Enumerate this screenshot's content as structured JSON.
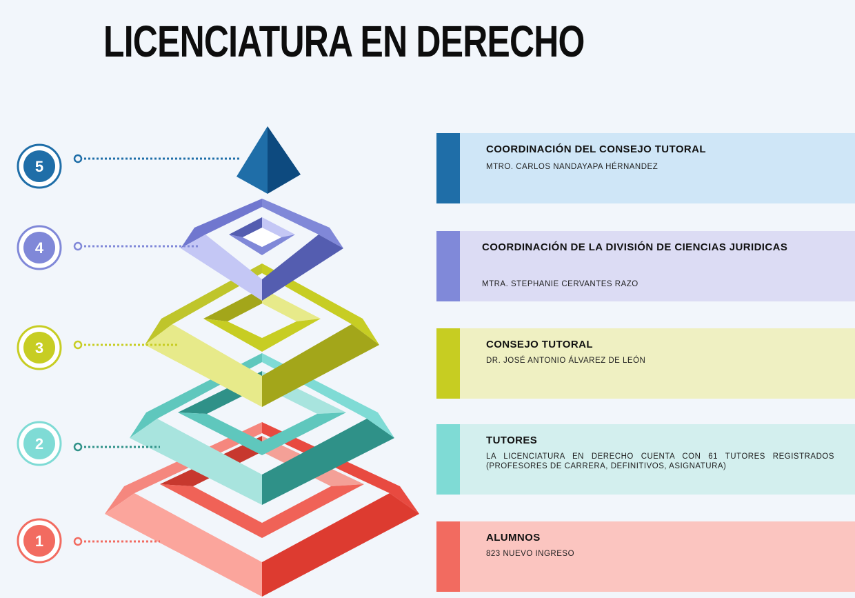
{
  "title": "LICENCIATURA EN DERECHO",
  "colors": {
    "background": "#f2f6fb",
    "level5": "#1d6aa6",
    "level4": "#8088d8",
    "level3": "#c7cd23",
    "level2": "#6fd3ca",
    "level1": "#f05a50"
  },
  "levels": [
    {
      "number": "5",
      "title": "COORDINACIÓN DEL CONSEJO TUTORAL",
      "text": "MTRO. CARLOS NANDAYAPA HÉRNANDEZ",
      "accent": "#1f6ea8",
      "card_bg": "#cfe6f7"
    },
    {
      "number": "4",
      "title": "COORDINACIÓN DE LA DIVISIÓN DE CIENCIAS JURIDICAS",
      "text": "MTRA. STEPHANIE CERVANTES RAZO",
      "accent": "#8089d9",
      "card_bg": "#dcdcf4"
    },
    {
      "number": "3",
      "title": "CONSEJO TUTORAL",
      "text": "DR. JOSÉ ANTONIO ÁLVAREZ DE LEÓN",
      "accent": "#c7cd22",
      "card_bg": "#eff0c2"
    },
    {
      "number": "2",
      "title": "TUTORES",
      "text": "LA LICENCIATURA EN DERECHO CUENTA CON 61 TUTORES REGISTRADOS (PROFESORES DE CARRERA, DEFINITIVOS, ASIGNATURA)",
      "accent": "#7fdbd5",
      "card_bg": "#d3efee"
    },
    {
      "number": "1",
      "title": "ALUMNOS",
      "text": "823 NUEVO INGRESO",
      "accent": "#f26b60",
      "card_bg": "#fbc5c0"
    }
  ]
}
